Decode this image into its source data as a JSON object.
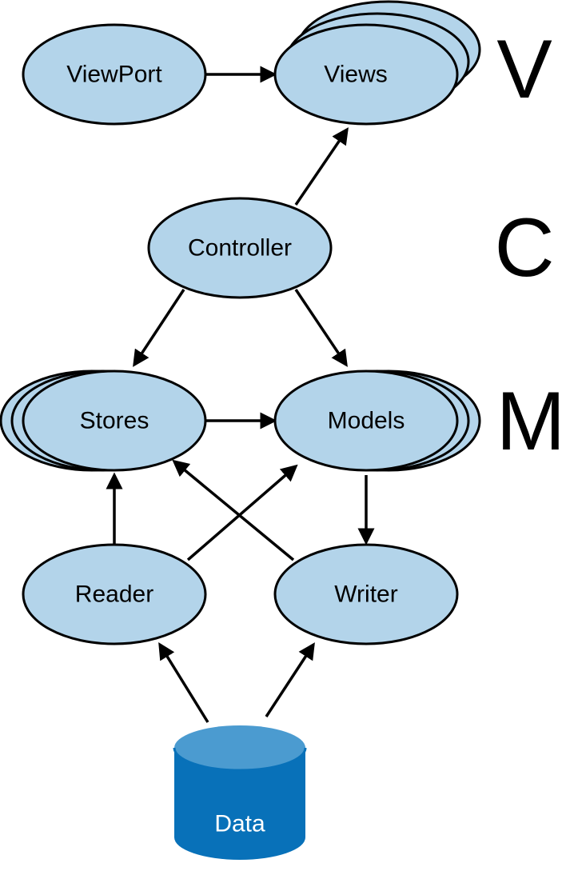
{
  "colors": {
    "node_fill": "#b3d4ea",
    "node_stroke": "#000000",
    "database_fill": "#0871b9",
    "database_top": "#4b9bd0",
    "database_label": "#ffffff"
  },
  "layers": {
    "view": "V",
    "controller": "C",
    "model": "M"
  },
  "nodes": {
    "viewport": "ViewPort",
    "views": "Views",
    "controller": "Controller",
    "stores": "Stores",
    "models": "Models",
    "reader": "Reader",
    "writer": "Writer",
    "data": "Data"
  },
  "edges": [
    {
      "from": "viewport",
      "to": "views"
    },
    {
      "from": "controller",
      "to": "views"
    },
    {
      "from": "controller",
      "to": "stores"
    },
    {
      "from": "controller",
      "to": "models"
    },
    {
      "from": "stores",
      "to": "models"
    },
    {
      "from": "reader",
      "to": "stores"
    },
    {
      "from": "reader",
      "to": "models"
    },
    {
      "from": "writer",
      "to": "stores"
    },
    {
      "from": "models",
      "to": "writer"
    },
    {
      "from": "data",
      "to": "reader"
    },
    {
      "from": "data",
      "to": "writer"
    }
  ]
}
